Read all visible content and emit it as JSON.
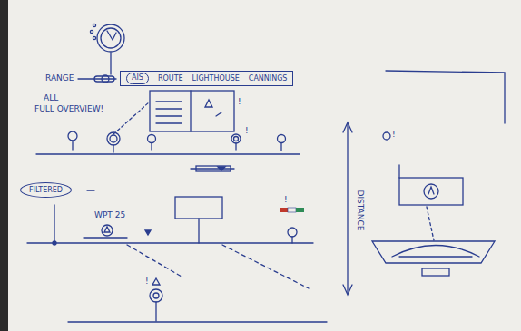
{
  "diagram": {
    "nodes": [
      {
        "text": [
          "ROUTE",
          "LIGHTHOUSE",
          "CANNINGS"
        ]
      },
      {
        "text": [
          "AIS"
        ],
        "in": 0
      },
      {
        "text": [
          "FILTERED"
        ]
      }
    ],
    "labels": [
      "RANGE",
      "ALL",
      "FULL OVERVIEW!",
      "WPT 25",
      "DISTANCE",
      "!",
      "!",
      "!",
      "!",
      "!"
    ]
  }
}
